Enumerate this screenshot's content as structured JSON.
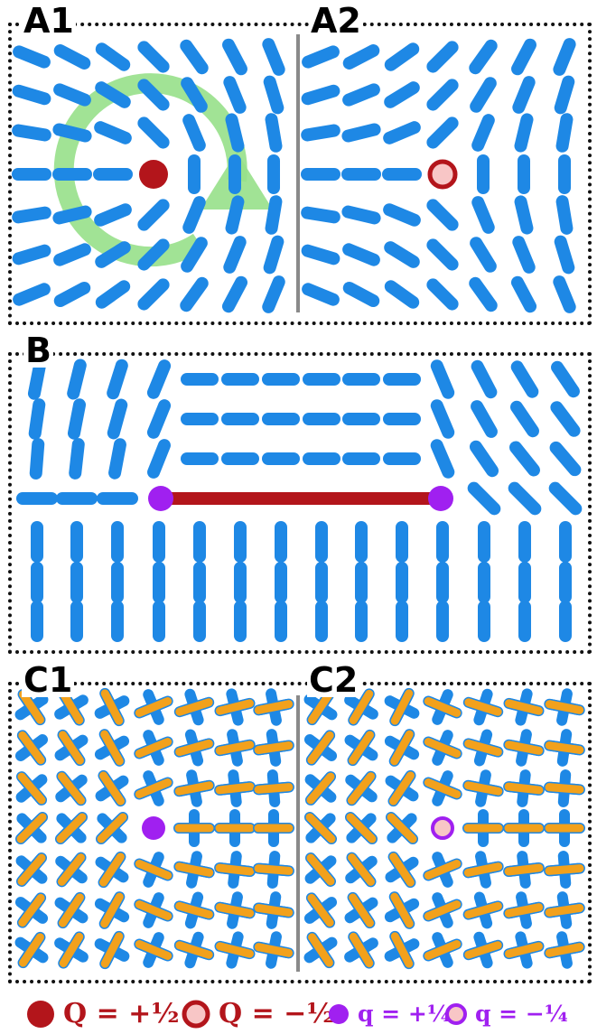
{
  "panels": {
    "a1": "A1",
    "a2": "A2",
    "b": "B",
    "c1": "C1",
    "c2": "C2"
  },
  "legend": [
    {
      "symbol": "filled-red-dot",
      "label": "Q = +½"
    },
    {
      "symbol": "hollow-red-dot",
      "label": "Q = −½"
    },
    {
      "symbol": "filled-purple-dot",
      "label": "q = +¼"
    },
    {
      "symbol": "hollow-purple-dot",
      "label": "q = −¼"
    }
  ],
  "colors": {
    "director": "#1e88e5",
    "orange_rod": "#f2a11c",
    "defect_half": "#b3151b",
    "defect_half_fill": "#f8c6c6",
    "defect_quarter": "#a020f0",
    "arrow": "#97e08a",
    "divider": "#8a8a8a"
  }
}
